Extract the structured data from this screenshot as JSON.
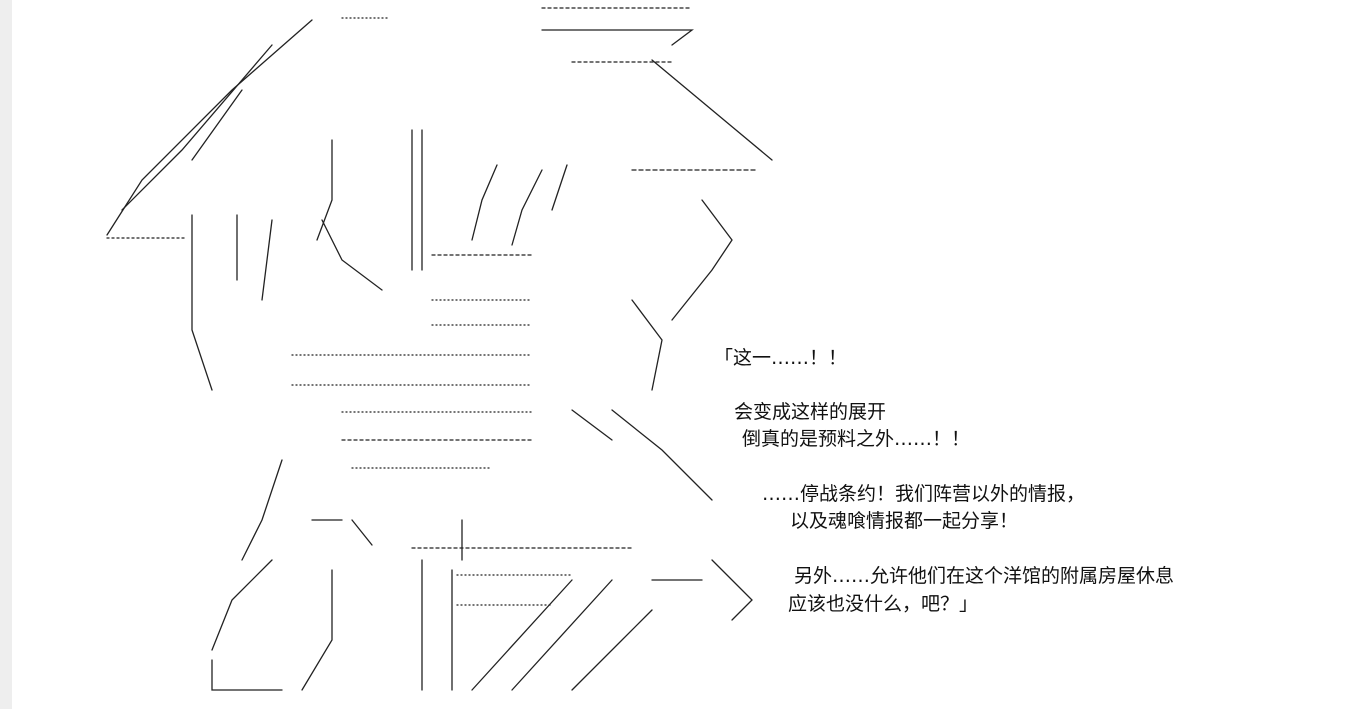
{
  "dialogue": {
    "lines": [
      "「这一……！！",
      "会变成这样的展开",
      "倒真的是预料之外……！！",
      "……停战条约！我们阵营以外的情报，",
      "以及魂喰情报都一起分享！",
      "另外……允许他们在这个洋馆的附属房屋休息",
      "应该也没什么，吧？」"
    ]
  },
  "colors": {
    "background": "#ffffff",
    "margin": "#eeeeee",
    "text": "#111111"
  }
}
